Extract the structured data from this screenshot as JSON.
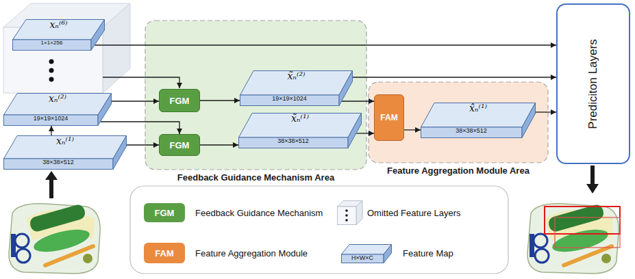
{
  "diagram": {
    "nodes": [
      {
        "text": [
          "xₙ⁽⁶⁾",
          "1×1×256"
        ]
      },
      {
        "text": [
          "xₙ⁽²⁾",
          "19×19×1024"
        ]
      },
      {
        "text": [
          "xₙ⁽¹⁾",
          "38×38×512"
        ]
      },
      {
        "text": [
          "Feedback Guidance Mechanism Area"
        ]
      },
      {
        "text": [
          "FGM"
        ],
        "in": 3
      },
      {
        "text": [
          "FGM"
        ],
        "in": 3
      },
      {
        "text": [
          "x̃ₙ⁽²⁾",
          "19×19×1024"
        ],
        "in": 3
      },
      {
        "text": [
          "x̃ₙ⁽¹⁾",
          "38×38×512"
        ],
        "in": 3
      },
      {
        "text": [
          "Feature Aggregation Module Area"
        ]
      },
      {
        "text": [
          "FAM"
        ],
        "in": 8
      },
      {
        "text": [
          "x̂ₙ⁽¹⁾",
          "38×38×512"
        ],
        "in": 8
      },
      {
        "text": [
          "Prediciton Layers"
        ]
      }
    ],
    "edges": [
      {
        "from": 0,
        "to": 11,
        "arrow": "to"
      },
      {
        "from": 2,
        "to": 1,
        "arrow": "to"
      },
      {
        "from": 1,
        "to": 4,
        "arrow": "to"
      },
      {
        "from": 1,
        "to": 5,
        "arrow": "to"
      },
      {
        "from": 2,
        "to": 5,
        "arrow": "to"
      },
      {
        "from": 4,
        "to": 6,
        "arrow": "to"
      },
      {
        "from": 5,
        "to": 7,
        "arrow": "to"
      },
      {
        "from": 6,
        "to": 11,
        "arrow": "to"
      },
      {
        "from": 6,
        "to": 9,
        "arrow": "to"
      },
      {
        "from": 7,
        "to": 9,
        "arrow": "to"
      },
      {
        "from": 9,
        "to": 10,
        "arrow": "to"
      },
      {
        "from": 10,
        "to": 11,
        "arrow": "to"
      }
    ],
    "labels": [
      "FGM",
      "FAM",
      "H×W×C"
    ],
    "legend": [
      {
        "text": "Feedback Guidance Mechanism",
        "color": "#5a9e44"
      },
      {
        "text": "Omitted Feature Layers"
      },
      {
        "text": "Feature Aggregation Module",
        "color": "#e98a3f"
      },
      {
        "text": "Feature Map"
      }
    ]
  }
}
